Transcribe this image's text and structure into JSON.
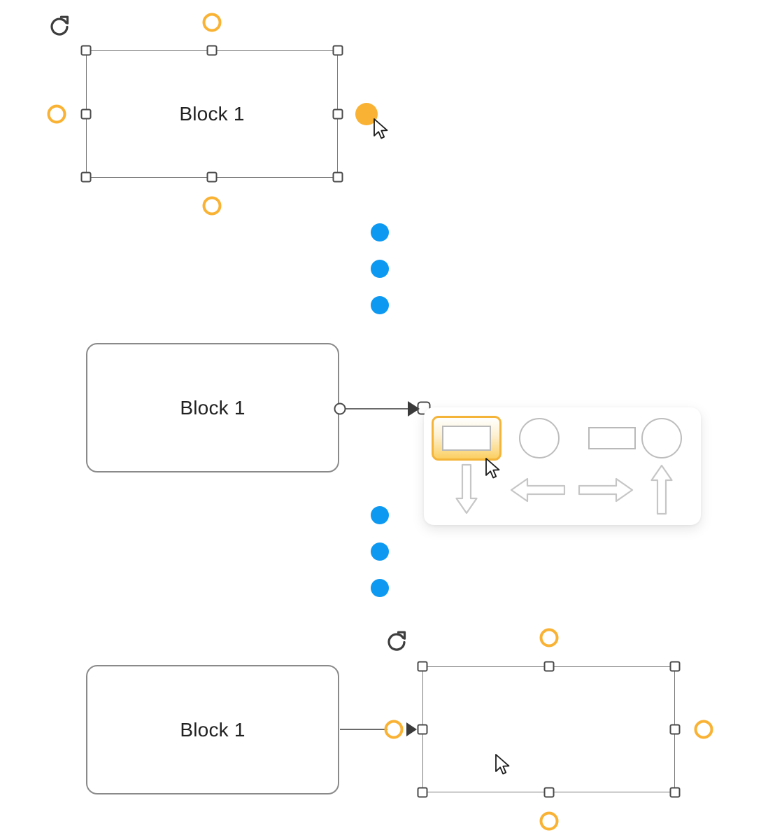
{
  "app": {
    "background_color": "#ffffff",
    "accent_orange": "#f9b233",
    "accent_blue": "#0d99f2",
    "outline_gray": "#8a8a8a"
  },
  "panels": [
    {
      "id": "panel-selected-block",
      "block_label": "Block 1",
      "state": "selected-with-handles",
      "rotate_icon": "rotate-clockwise-icon",
      "connection_markers": [
        "ring-top",
        "ring-left",
        "ring-bottom",
        "dot-right-active"
      ],
      "cursor": "arrow-pointer"
    },
    {
      "id": "panel-drawing-connector",
      "block_label": "Block 1",
      "state": "dragging-connector",
      "connector": {
        "source": "circle-port-right",
        "arrowhead": "filled-triangle",
        "endpoint": "rounded-square"
      },
      "cursor": "arrow-pointer"
    },
    {
      "id": "panel-new-block-created",
      "block_label": "Block 1",
      "state": "new-shape-selected",
      "rotate_icon": "rotate-clockwise-icon",
      "connector": {
        "source_marker": "ring-orange",
        "arrowhead": "filled-triangle"
      },
      "connection_markers": [
        "ring-top",
        "ring-right",
        "ring-bottom"
      ],
      "cursor": "arrow-pointer"
    }
  ],
  "separators": [
    {
      "name": "vertical-ellipsis-1",
      "dots": 3,
      "color": "#0d99f2"
    },
    {
      "name": "vertical-ellipsis-2",
      "dots": 3,
      "color": "#0d99f2"
    }
  ],
  "shape_picker": {
    "name": "shape-picker-popup",
    "selected_index": 0,
    "shapes": [
      {
        "name": "rectangle-shape",
        "icon": "rectangle-icon",
        "selected": true
      },
      {
        "name": "circle-shape",
        "icon": "circle-icon",
        "selected": false
      },
      {
        "name": "rectangle-wide-shape",
        "icon": "rectangle-icon",
        "selected": false
      },
      {
        "name": "circle-shape-2",
        "icon": "circle-icon",
        "selected": false
      },
      {
        "name": "arrow-down-shape",
        "icon": "arrow-down-icon",
        "selected": false
      },
      {
        "name": "arrow-left-shape",
        "icon": "arrow-left-icon",
        "selected": false
      },
      {
        "name": "arrow-right-shape",
        "icon": "arrow-right-icon",
        "selected": false
      },
      {
        "name": "arrow-up-shape",
        "icon": "arrow-up-icon",
        "selected": false
      }
    ]
  }
}
